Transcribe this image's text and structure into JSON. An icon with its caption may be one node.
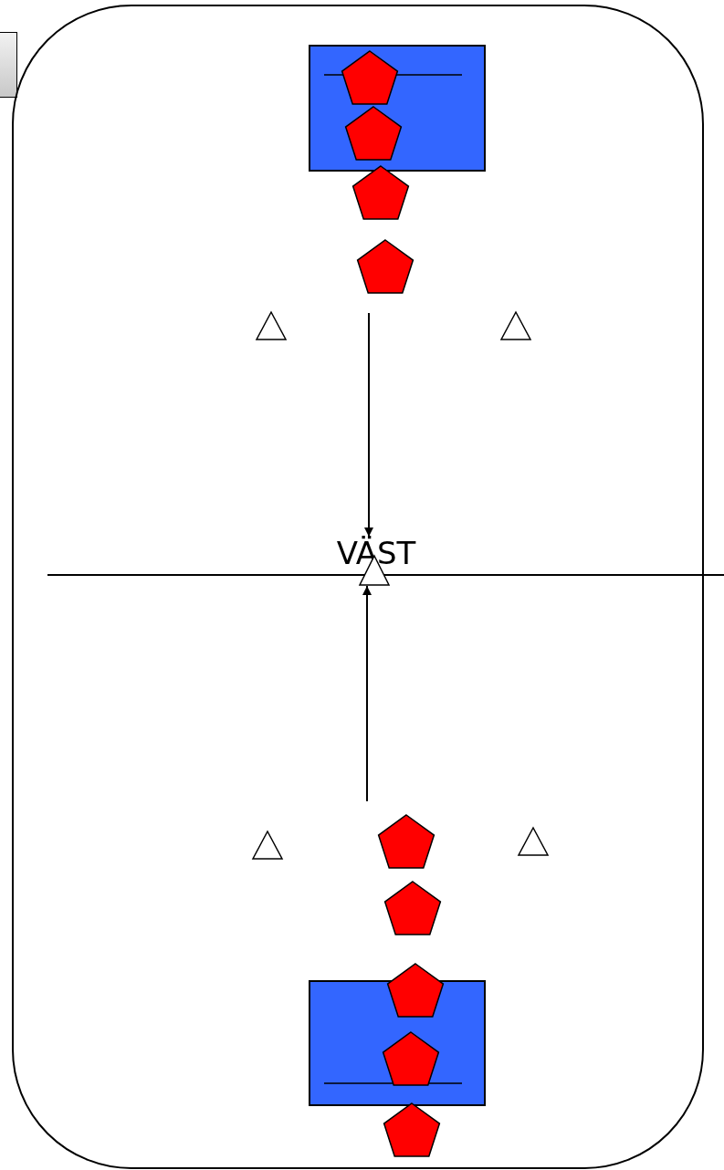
{
  "diagram": {
    "nodes": [
      {
        "text": [
          "VÄST"
        ]
      },
      {
        "text": [],
        "shape": "triangle"
      }
    ],
    "edges": [
      {
        "from": null,
        "to": 0,
        "arrow": "to"
      },
      {
        "from": null,
        "to": 1,
        "arrow": "to"
      }
    ]
  }
}
